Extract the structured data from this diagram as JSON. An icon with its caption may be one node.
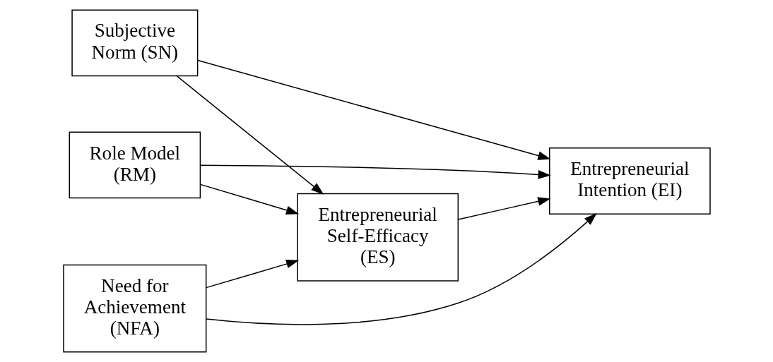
{
  "diagram": {
    "nodes": [
      {
        "text": [
          "Subjective Norm (SN)"
        ]
      },
      {
        "text": [
          "Role Model (RM)"
        ]
      },
      {
        "text": [
          "Need for Achievement (NFA)"
        ]
      },
      {
        "text": [
          "Entrepreneurial Self-Efficacy (ES)"
        ]
      },
      {
        "text": [
          "Entrepreneurial Intention (EI)"
        ]
      }
    ],
    "edges": [
      {
        "from": 0,
        "to": 4,
        "arrow": "to"
      },
      {
        "from": 0,
        "to": 3,
        "arrow": "to"
      },
      {
        "from": 1,
        "to": 4,
        "arrow": "to"
      },
      {
        "from": 1,
        "to": 3,
        "arrow": "to"
      },
      {
        "from": 2,
        "to": 3,
        "arrow": "to"
      },
      {
        "from": 2,
        "to": 4,
        "arrow": "to"
      },
      {
        "from": 3,
        "to": 4,
        "arrow": "to"
      }
    ]
  }
}
